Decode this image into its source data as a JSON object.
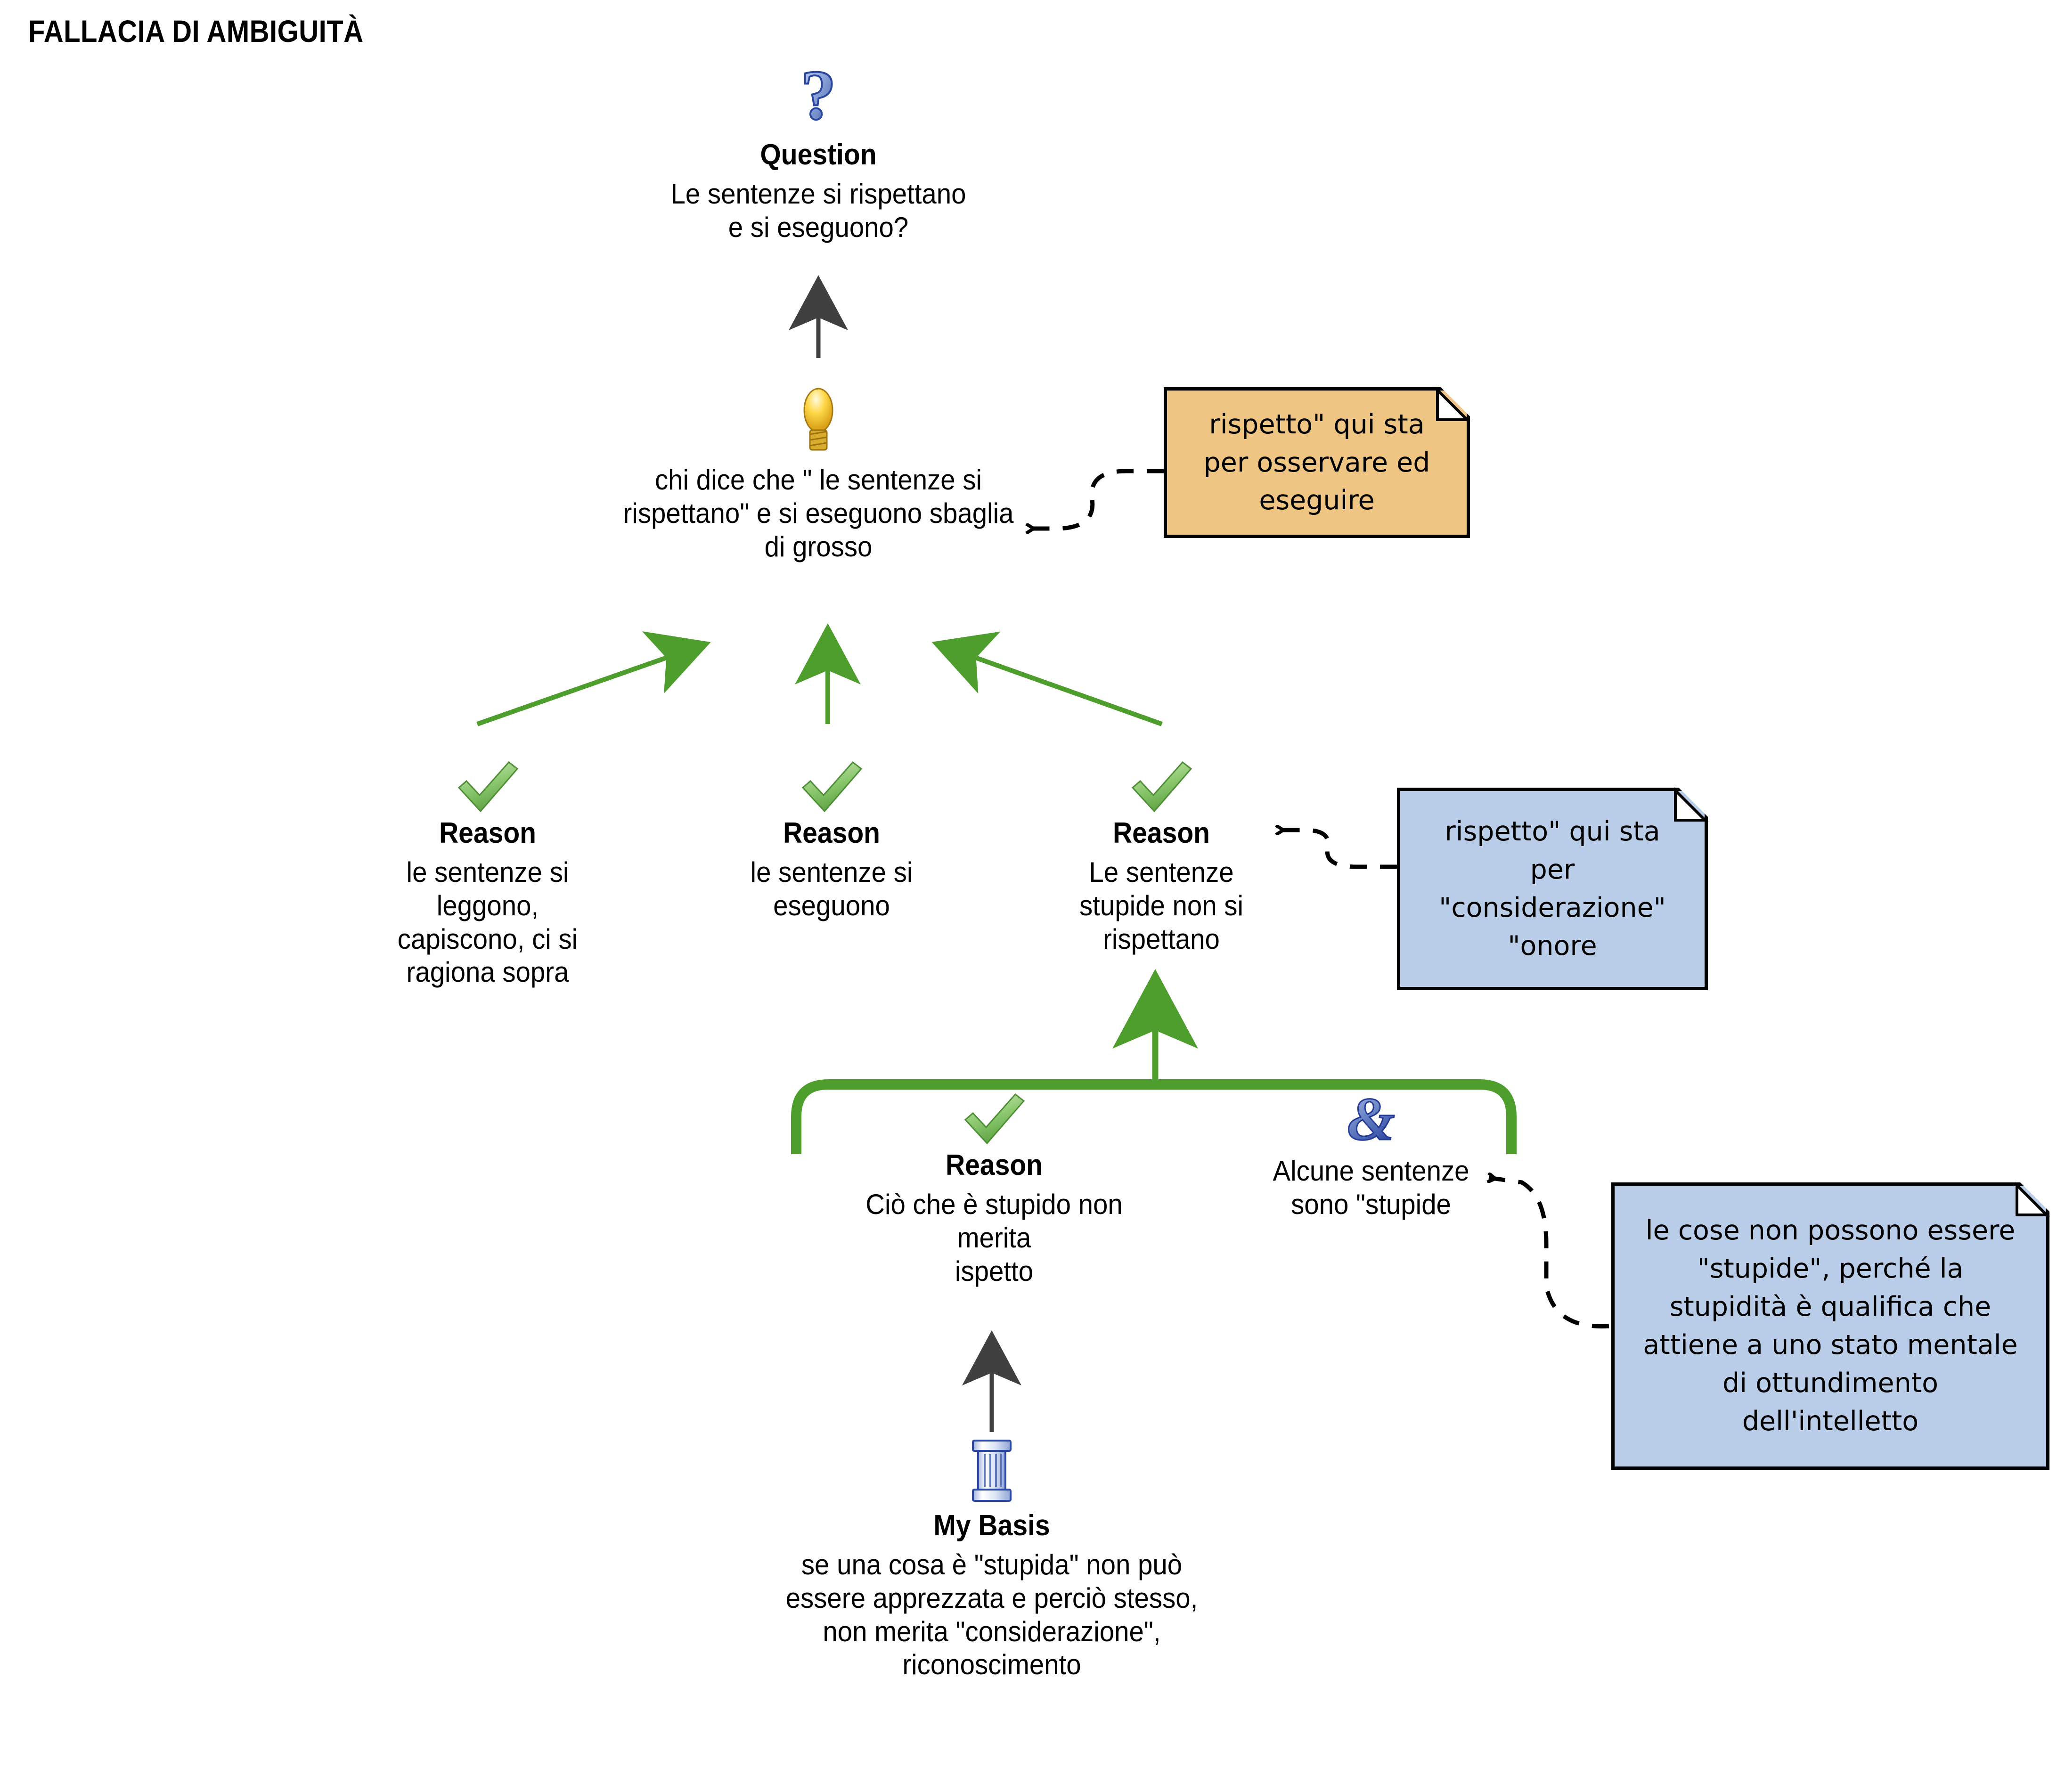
{
  "title": "FALLACIA DI AMBIGUITÀ",
  "theme": {
    "green_arrow": "#4E9E2E",
    "gray_arrow": "#404040",
    "note_orange": "#EFC584",
    "note_blue": "#BACDE8",
    "check_green": "#7CBF63",
    "icon_blue": "#3B5BA8",
    "background": "#FFFFFF"
  },
  "nodes": {
    "question": {
      "icon": "question-mark-icon",
      "type_label": "Question",
      "text": "Le sentenze si rispettano\ne si eseguono?"
    },
    "main_claim": {
      "icon": "lightbulb-icon",
      "type_label": "",
      "text": "chi dice che \" le sentenze si\nrispettano\" e si eseguono sbaglia\ndi grosso"
    },
    "reason_1": {
      "icon": "green-check-icon",
      "type_label": "Reason",
      "text": "le sentenze si\nleggono,\ncapiscono, ci si\nragiona sopra"
    },
    "reason_2": {
      "icon": "green-check-icon",
      "type_label": "Reason",
      "text": "le sentenze si\neseguono"
    },
    "reason_3": {
      "icon": "green-check-icon",
      "type_label": "Reason",
      "text": "Le sentenze\nstupide non si\nrispettano"
    },
    "reason_4": {
      "icon": "green-check-icon",
      "type_label": "Reason",
      "text": "Ciò che è stupido non\nmerita\nispetto"
    },
    "co_premise": {
      "icon": "ampersand-icon",
      "type_label": "",
      "text": "Alcune sentenze\nsono \"stupide"
    },
    "my_basis": {
      "icon": "column-icon",
      "type_label": "My Basis",
      "text": "se una cosa è \"stupida\" non può\nessere apprezzata e perciò stesso,\nnon merita \"considerazione\",\nriconoscimento"
    }
  },
  "notes": {
    "note_orange_1": {
      "color": "orange",
      "text": "rispetto\" qui sta\nper osservare ed\neseguire"
    },
    "note_blue_1": {
      "color": "blue",
      "text": "rispetto\" qui sta\nper\n\"considerazione\"\n\"onore"
    },
    "note_blue_2": {
      "color": "blue",
      "text": "le cose non possono essere\n\"stupide\", perché la\nstupidità è qualifica che\nattiene a uno stato mentale\ndi ottundimento\ndell'intelletto"
    }
  }
}
